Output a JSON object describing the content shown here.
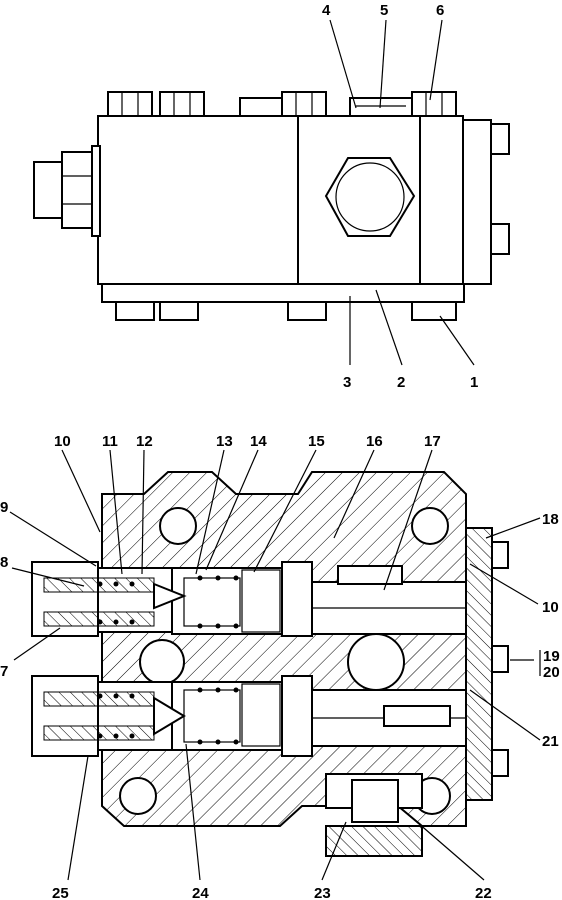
{
  "callouts": [
    "1",
    "2",
    "3",
    "4",
    "5",
    "6",
    "7",
    "8",
    "9",
    "10",
    "11",
    "12",
    "13",
    "14",
    "15",
    "16",
    "17",
    "18",
    "19",
    "20",
    "21",
    "22",
    "23",
    "24",
    "25"
  ],
  "labels": {
    "top": {
      "l1": "1",
      "l2": "2",
      "l3": "3",
      "l4": "4",
      "l5": "5",
      "l6": "6"
    },
    "section": {
      "l7": "7",
      "l8": "8",
      "l9": "9",
      "l10a": "10",
      "l11": "11",
      "l12": "12",
      "l13": "13",
      "l14": "14",
      "l15": "15",
      "l16": "16",
      "l17": "17",
      "l18": "18",
      "l10b": "10",
      "l19": "19",
      "l20": "20",
      "l21": "21",
      "l22": "22",
      "l23": "23",
      "l24": "24",
      "l25": "25"
    }
  },
  "colors": {
    "ink": "#000000",
    "paper": "#ffffff"
  }
}
